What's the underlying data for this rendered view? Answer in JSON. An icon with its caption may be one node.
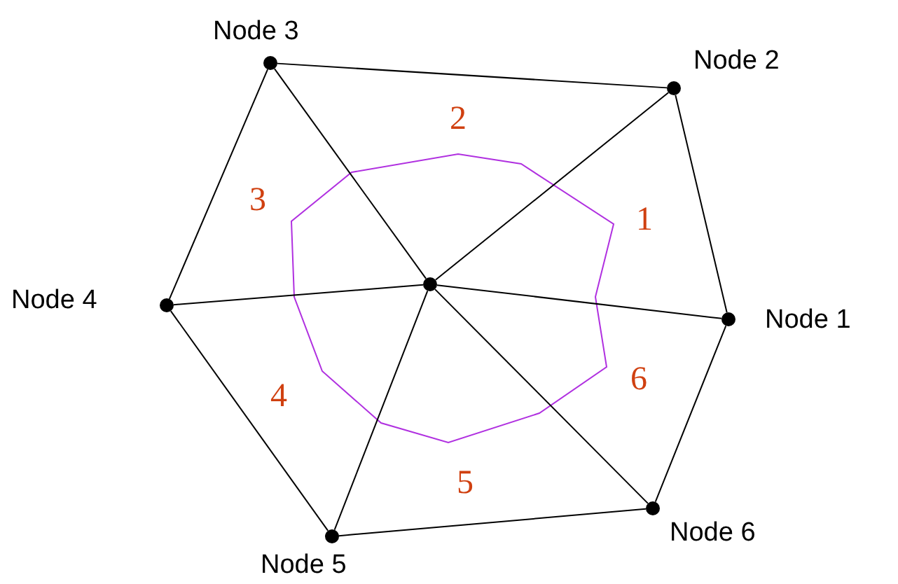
{
  "diagram": {
    "nodes": [
      {
        "text": [],
        "shape": "circle",
        "beside": [
          "Node 3"
        ]
      },
      {
        "text": [],
        "shape": "circle",
        "beside": [
          "Node 2"
        ]
      },
      {
        "text": [],
        "shape": "circle",
        "beside": [
          "Node 4"
        ]
      },
      {
        "text": [],
        "shape": "circle"
      },
      {
        "text": [],
        "shape": "circle",
        "beside": [
          "Node 1"
        ]
      },
      {
        "text": [],
        "shape": "circle",
        "beside": [
          "Node 6"
        ]
      },
      {
        "text": [],
        "shape": "circle",
        "beside": [
          "Node 5"
        ]
      }
    ],
    "edges": [
      {
        "from": 0,
        "to": 1,
        "arrow": "none"
      },
      {
        "from": 1,
        "to": 4,
        "arrow": "none"
      },
      {
        "from": 4,
        "to": 5,
        "arrow": "none"
      },
      {
        "from": 5,
        "to": 6,
        "arrow": "none"
      },
      {
        "from": 6,
        "to": 2,
        "arrow": "none"
      },
      {
        "from": 2,
        "to": 0,
        "arrow": "none"
      },
      {
        "from": 3,
        "to": 0,
        "arrow": "none"
      },
      {
        "from": 3,
        "to": 1,
        "arrow": "none"
      },
      {
        "from": 3,
        "to": 2,
        "arrow": "none"
      },
      {
        "from": 3,
        "to": 4,
        "arrow": "none"
      },
      {
        "from": 3,
        "to": 5,
        "arrow": "none"
      },
      {
        "from": 3,
        "to": 6,
        "arrow": "none"
      }
    ],
    "labels": [
      "2",
      "3",
      "1",
      "6",
      "4",
      "5"
    ]
  }
}
